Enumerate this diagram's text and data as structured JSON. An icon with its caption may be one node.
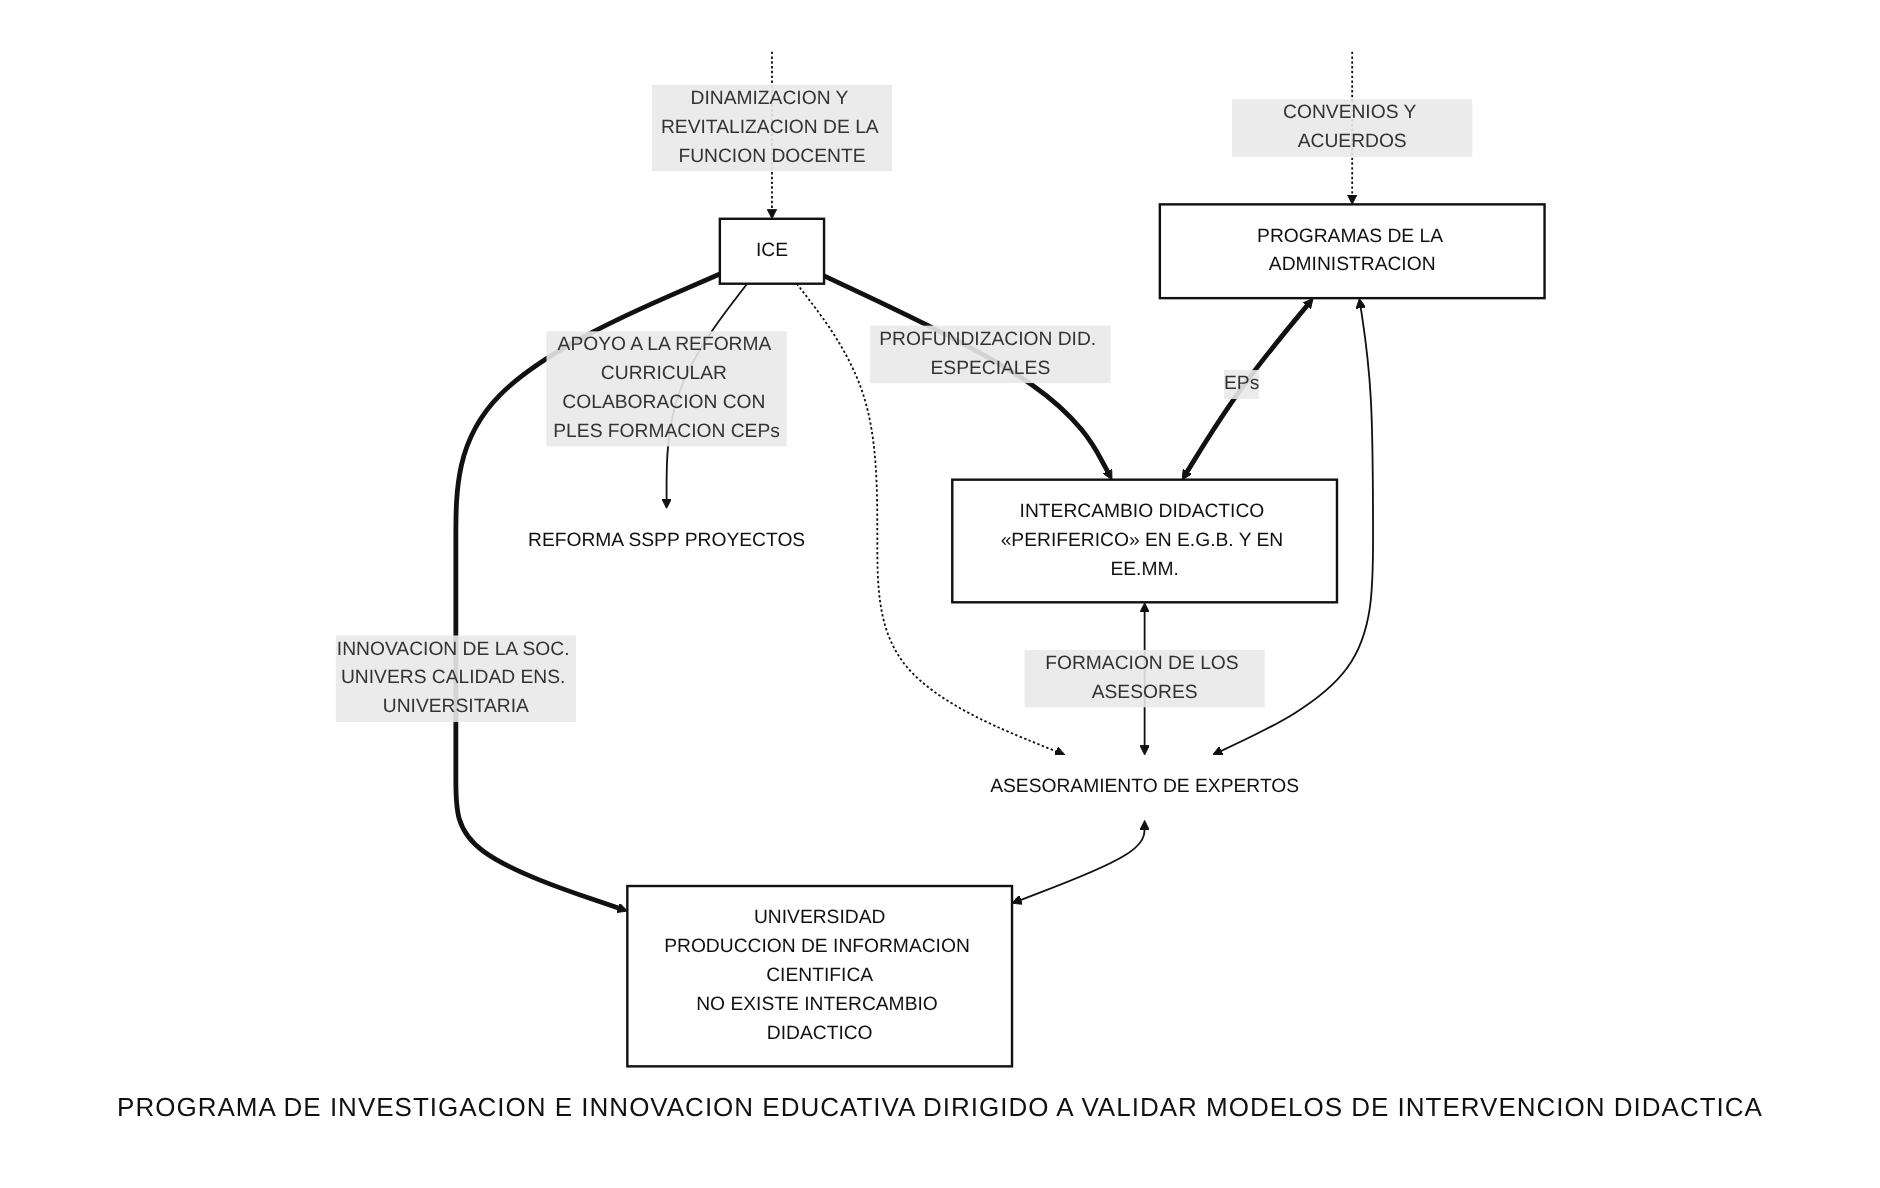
{
  "diagram": {
    "nodes": [
      {
        "text": [
          "PROGRAMAS DE LA ADMINISTRACION"
        ]
      },
      {
        "text": [
          "ASESORAMIENTO DE EXPERTOS"
        ]
      },
      {
        "text": [
          "UNIVERSIDAD",
          "PRODUCCION DE INFORMACION CIENTIFICA",
          "NO EXISTE INTERCAMBIO DIDACTICO"
        ]
      },
      {
        "text": [
          "ICE"
        ]
      },
      {
        "text": [
          "INTERCAMBIO DIDACTICO «PERIFERICO» EN E.G.B. Y EN EE.MM."
        ]
      },
      {
        "text": [
          "REFORMA SSPP PROYECTOS"
        ]
      }
    ],
    "edges": [
      {
        "from": null,
        "to": 0,
        "arrow": "to",
        "style": "dashed",
        "label": "CONVENIOS Y ACUERDOS"
      },
      {
        "from": 0,
        "to": 1,
        "arrow": "both"
      },
      {
        "from": 1,
        "to": 2,
        "arrow": "both"
      },
      {
        "from": 0,
        "to": 4,
        "arrow": "both",
        "style": "thick",
        "label": "EPs"
      },
      {
        "from": 4,
        "to": 1,
        "arrow": "both",
        "label": "FORMACION DE LOS ASESORES"
      },
      {
        "from": 3,
        "to": 1,
        "arrow": "to",
        "style": "dashed"
      },
      {
        "from": 3,
        "to": 2,
        "arrow": "to",
        "style": "thick",
        "label": "INNOVACION DE LA SOC. UNIVERS CALIDAD ENS. UNIVERSITARIA"
      },
      {
        "from": null,
        "to": 3,
        "arrow": "to",
        "style": "dashed",
        "label": "DINAMIZACION Y REVITALIZACION DE LA FUNCION DOCENTE"
      },
      {
        "from": 3,
        "to": 4,
        "arrow": "to",
        "style": "thick",
        "label": "PROFUNDIZACION DID. ESPECIALES"
      },
      {
        "from": 3,
        "to": 5,
        "arrow": "to",
        "label": "APOYO A LA REFORMA CURRICULAR COLABORACION CON PLES FORMACION CEPs"
      }
    ],
    "labels": [
      "PROGRAMA DE INVESTIGACION E INNOVACION EDUCATIVA DIRIGIDO A VALIDAR MODELOS DE INTERVENCION DIDACTICA"
    ]
  }
}
